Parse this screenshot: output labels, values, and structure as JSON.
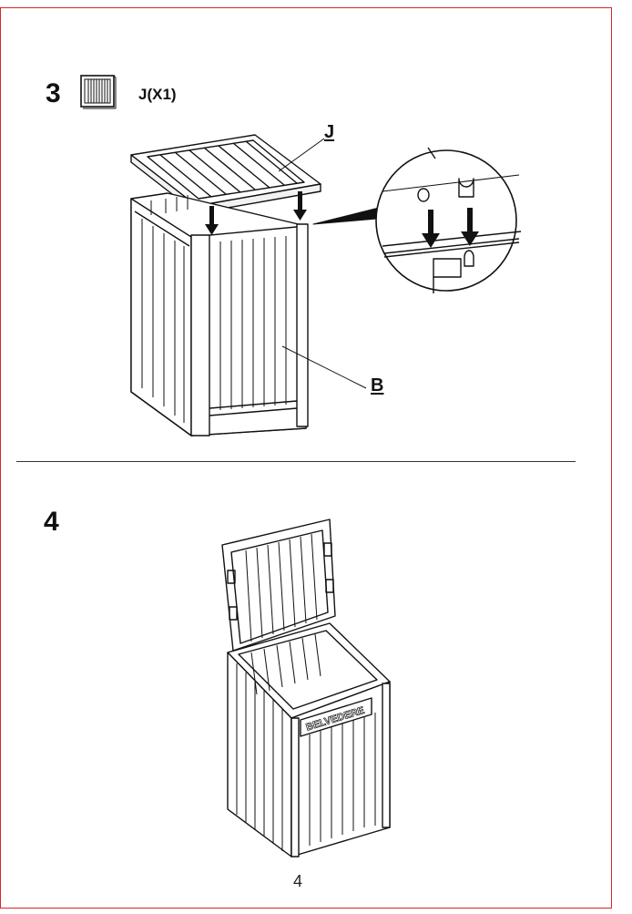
{
  "page": {
    "number": "4",
    "frame_color": "#d9262b"
  },
  "step3": {
    "number": "3",
    "part_count": "J(X1)",
    "callout_lid": "J",
    "callout_body": "B"
  },
  "step4": {
    "number": "4",
    "brand_plate": "BELVEDERE"
  }
}
